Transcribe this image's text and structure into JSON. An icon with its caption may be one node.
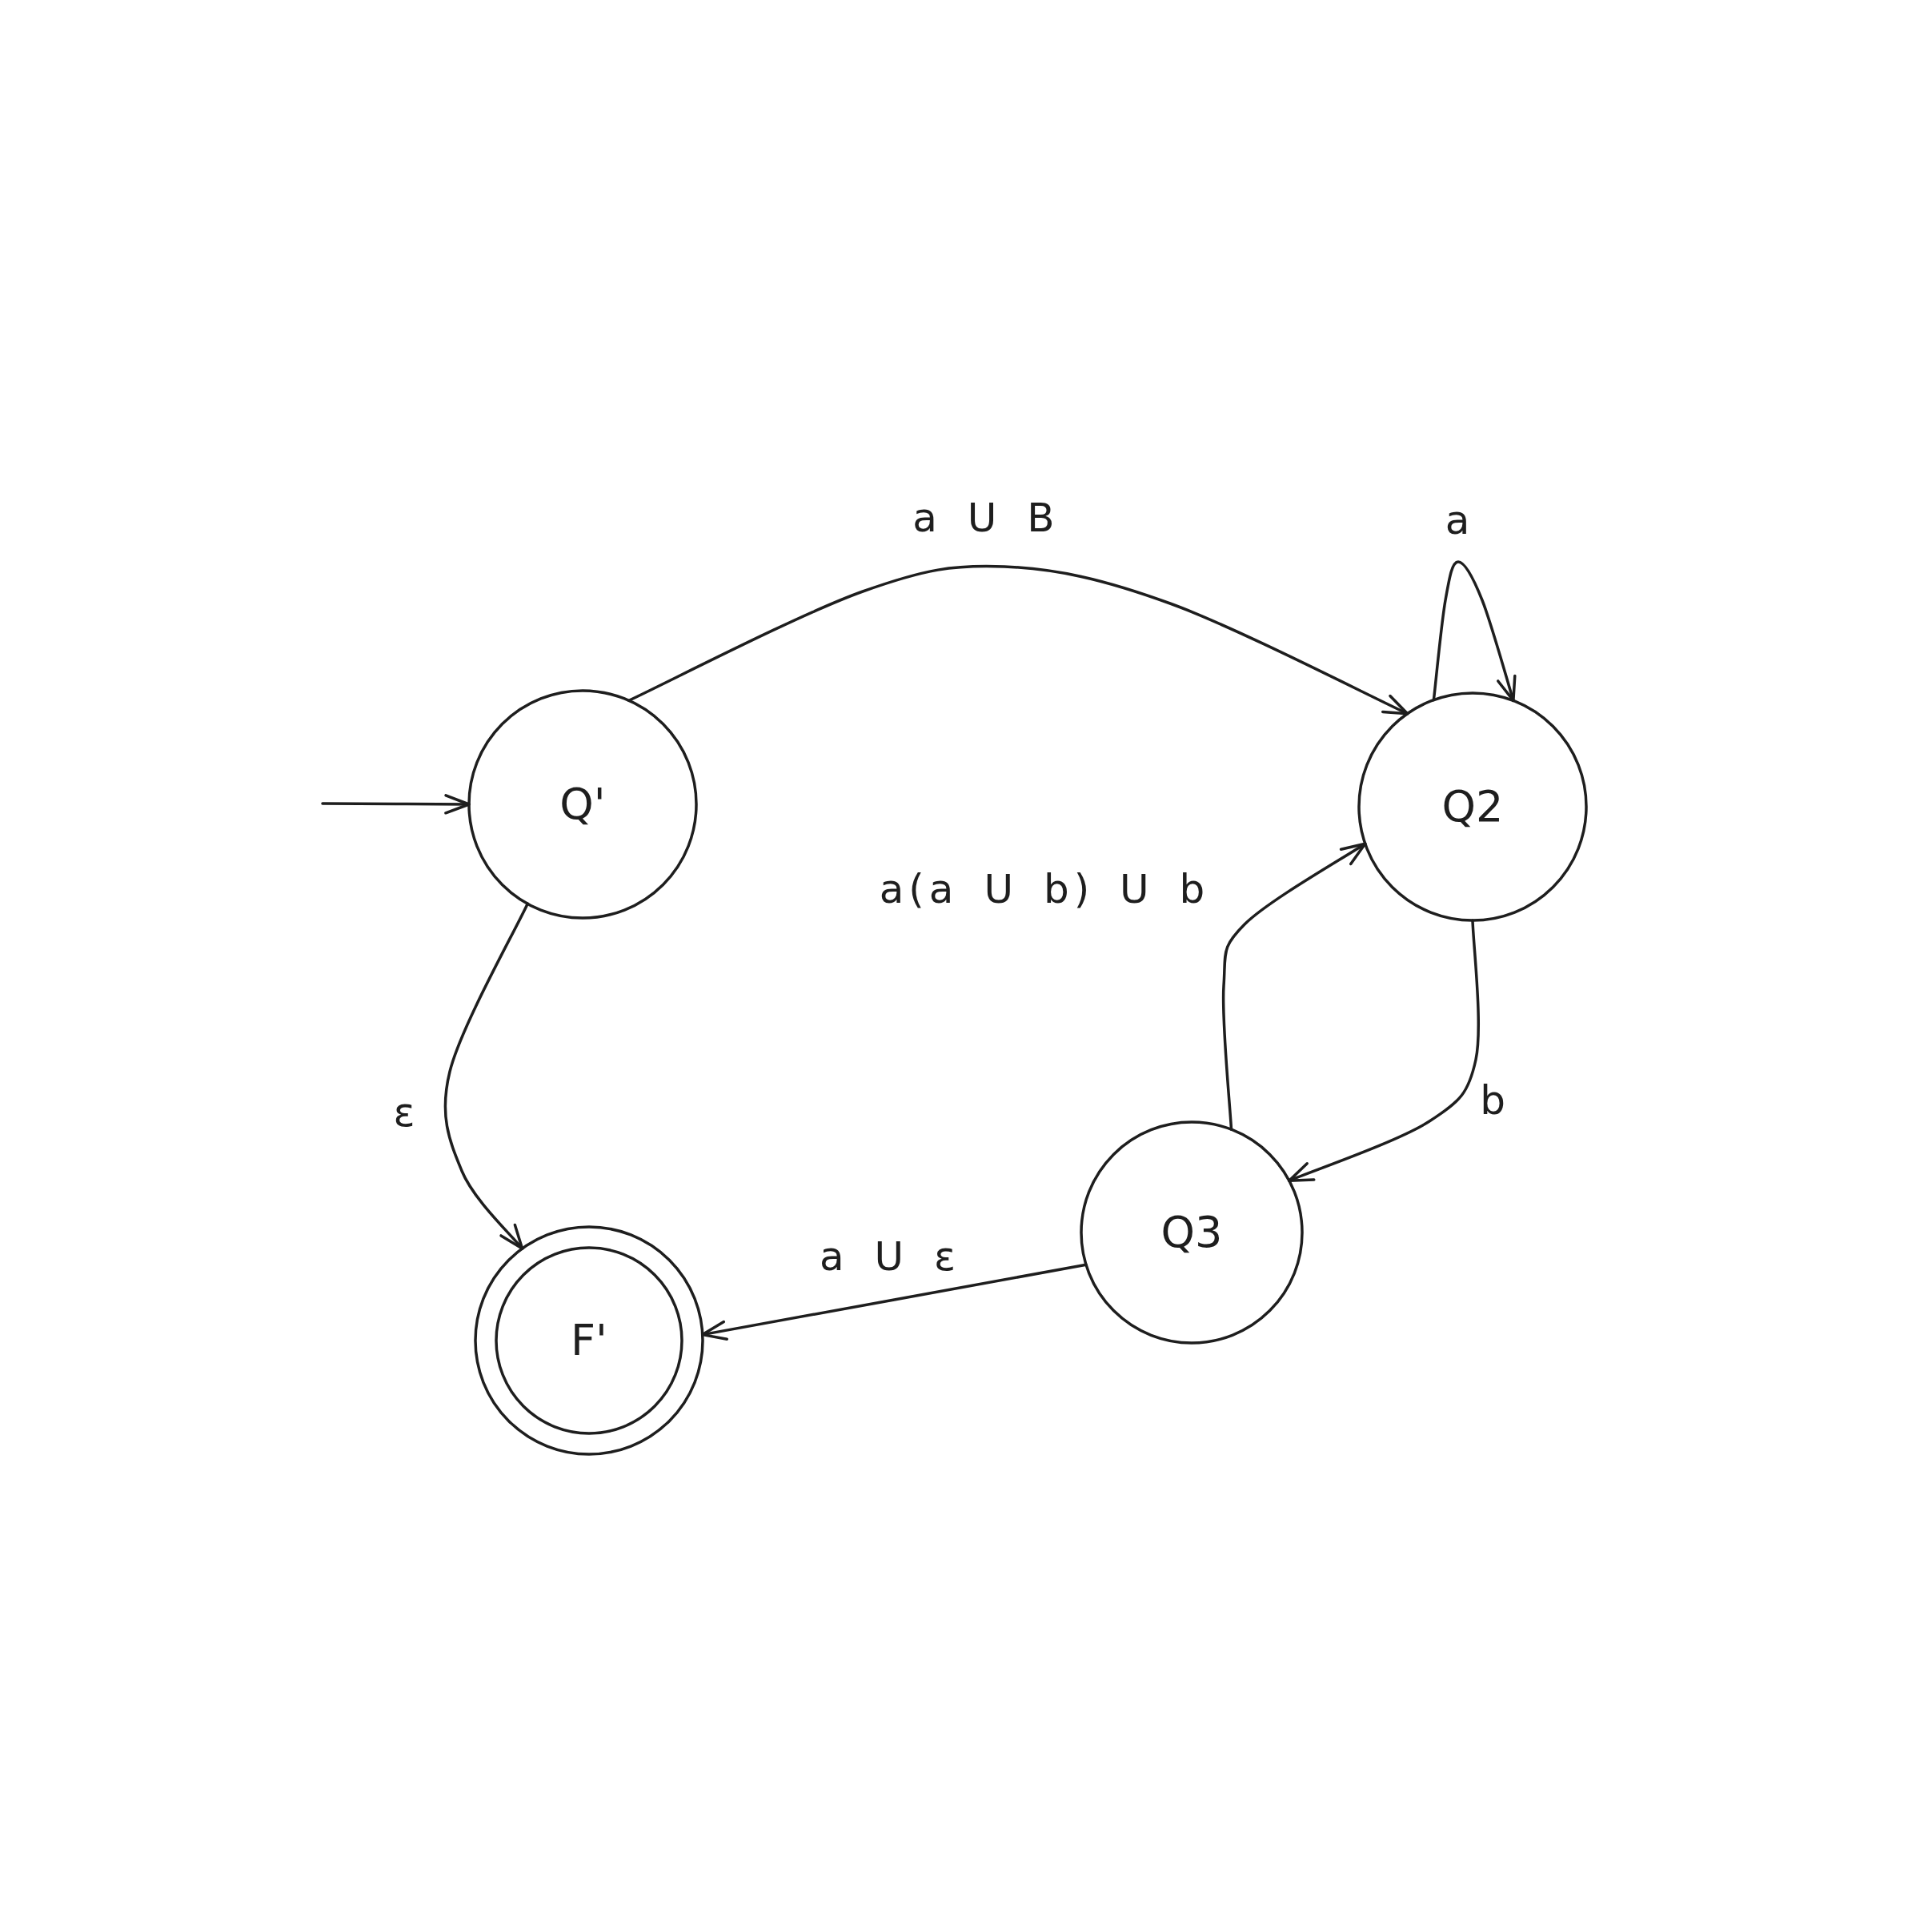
{
  "diagram": {
    "nodes": [
      {
        "text": [
          "Q'"
        ]
      },
      {
        "text": [
          "Q2"
        ]
      },
      {
        "text": [
          "F'"
        ]
      },
      {
        "text": [
          "Q3"
        ]
      }
    ],
    "edges": [
      {
        "from": null,
        "to": 0,
        "arrow": "to"
      },
      {
        "from": 0,
        "to": 1,
        "label": "a U B",
        "arrow": "to"
      },
      {
        "from": 1,
        "to": 1,
        "label": "a",
        "arrow": "to"
      },
      {
        "from": 0,
        "to": 2,
        "label": "ε",
        "arrow": "to"
      },
      {
        "from": 3,
        "to": 1,
        "label": "a(a U b) U b",
        "arrow": "to"
      },
      {
        "from": 1,
        "to": 3,
        "label": "b",
        "arrow": "to"
      },
      {
        "from": 3,
        "to": 2,
        "label": "a U ε",
        "arrow": "to"
      }
    ]
  }
}
